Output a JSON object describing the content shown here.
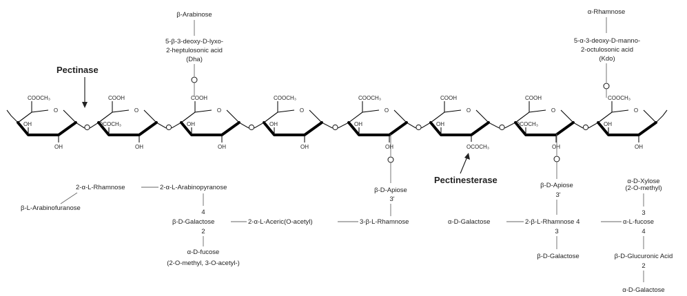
{
  "enzymes": {
    "pectinase": "Pectinase",
    "pectinesterase": "Pectinesterase"
  },
  "ring_labels": {
    "cooch3": "COOCH₃",
    "cooh": "COOH",
    "oh": "OH",
    "ococh3": "OCOCH₃",
    "o": "O"
  },
  "top_branch_left": {
    "sugar": "β-Arabinose",
    "acid_line1": "5-β-3-deoxy-D-lyxo-",
    "acid_line2": "2-heptulosonic acid",
    "acid_abbr": "(Dha)"
  },
  "top_branch_right": {
    "sugar": "α-Rhamnose",
    "acid_line1": "5-α-3-deoxy-D-manno-",
    "acid_line2": "2-octulosonic acid",
    "acid_abbr": "(Kdo)"
  },
  "left_side_chain": {
    "rhamnose": "2-α-L-Rhamnose",
    "arabinopyranose": "2-α-L-Arabinopyranose",
    "arabinofuranose": "β-L-Arabinofuranose",
    "link4": "4",
    "galactose": "β-D-Galactose",
    "link2": "2",
    "aceric": "2-α-L-Aceric(O-acetyl)",
    "rhamnose3": "3-β-L-Rhamnose",
    "fucose": "α-D-fucose",
    "fucose_mod": "(2-O-methyl, 3-O-acetyl-)"
  },
  "middle_side_chain": {
    "apiose": "β-D-Apiose",
    "link3": "3'"
  },
  "right_side_chain": {
    "apiose": "β-D-Apiose",
    "link3p": "3'",
    "galactose_a": "α-D-Galactose",
    "rhamnose": "2-β-L-Rhamnose 4",
    "link3": "3",
    "galactose_b": "β-D-Galactose",
    "xylose": "α-D-Xylose",
    "xylose_mod": "(2-O-methyl)",
    "x_link3": "3",
    "fucose": "α-L-fucose",
    "x_link4": "4",
    "glucuronic": "β-D-Glucuronic Acid",
    "x_link2": "2",
    "galactose_c": "α-D-Galactose"
  }
}
